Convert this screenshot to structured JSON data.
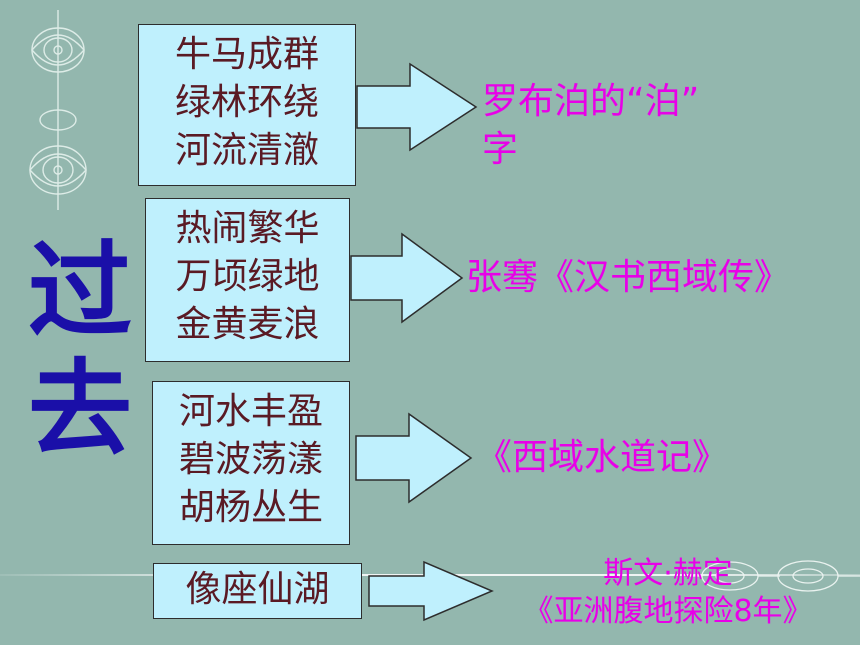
{
  "side_title": {
    "line1": "过",
    "line2": "去"
  },
  "groups": [
    {
      "lines": [
        "牛马成群",
        "绿林环绕",
        "河流清澈"
      ],
      "source_lines": [
        "罗布泊的“泊”",
        "字"
      ]
    },
    {
      "lines": [
        "热闹繁华",
        "万顷绿地",
        "金黄麦浪"
      ],
      "source_lines": [
        "张骞《汉书西域传》"
      ]
    },
    {
      "lines": [
        "河水丰盈",
        "碧波荡漾",
        "胡杨丛生"
      ],
      "source_lines": [
        "《西域水道记》"
      ]
    },
    {
      "lines": [
        "像座仙湖"
      ],
      "source_lines": [
        "斯文·赫定",
        "《亚洲腹地探险8年》"
      ]
    }
  ],
  "colors": {
    "background": "#93b7ae",
    "box_fill": "#bff0fd",
    "box_text": "#5a1a24",
    "source_text": "#e800e8",
    "title_text": "#1a0fa8"
  }
}
